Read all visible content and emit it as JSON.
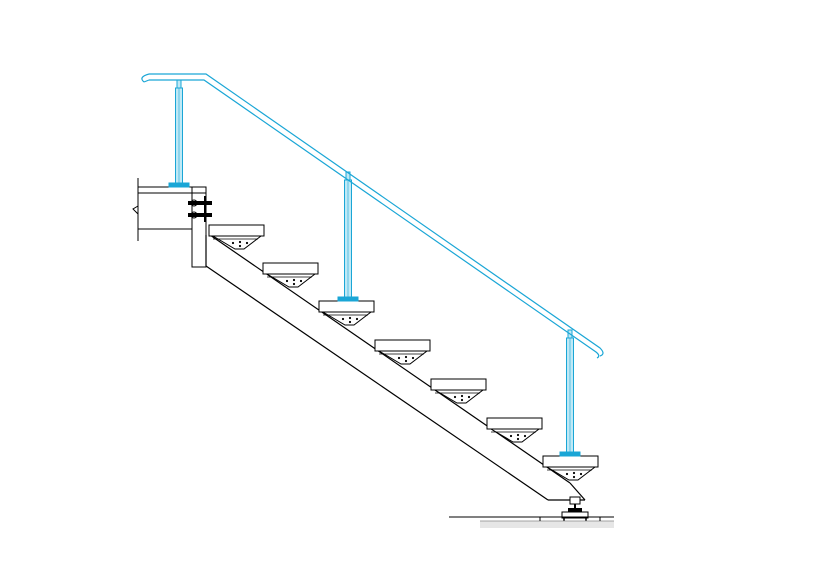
{
  "drawing": {
    "type": "staircase-side-elevation",
    "step_count": 7,
    "baluster_count": 3,
    "colors": {
      "background": "#ffffff",
      "line": "#000000",
      "handrail": "#1aa6d6",
      "baluster_fill": "#bfe9f6",
      "baseplate": "#1aa6d6",
      "floor_fill": "#e6e6e6"
    },
    "elements": {
      "handrail": "handrail",
      "stringer": "stringer",
      "upper_landing": "upper-landing-beam",
      "floor": "floor-line",
      "foot_bracket": "base-support-bracket"
    }
  }
}
